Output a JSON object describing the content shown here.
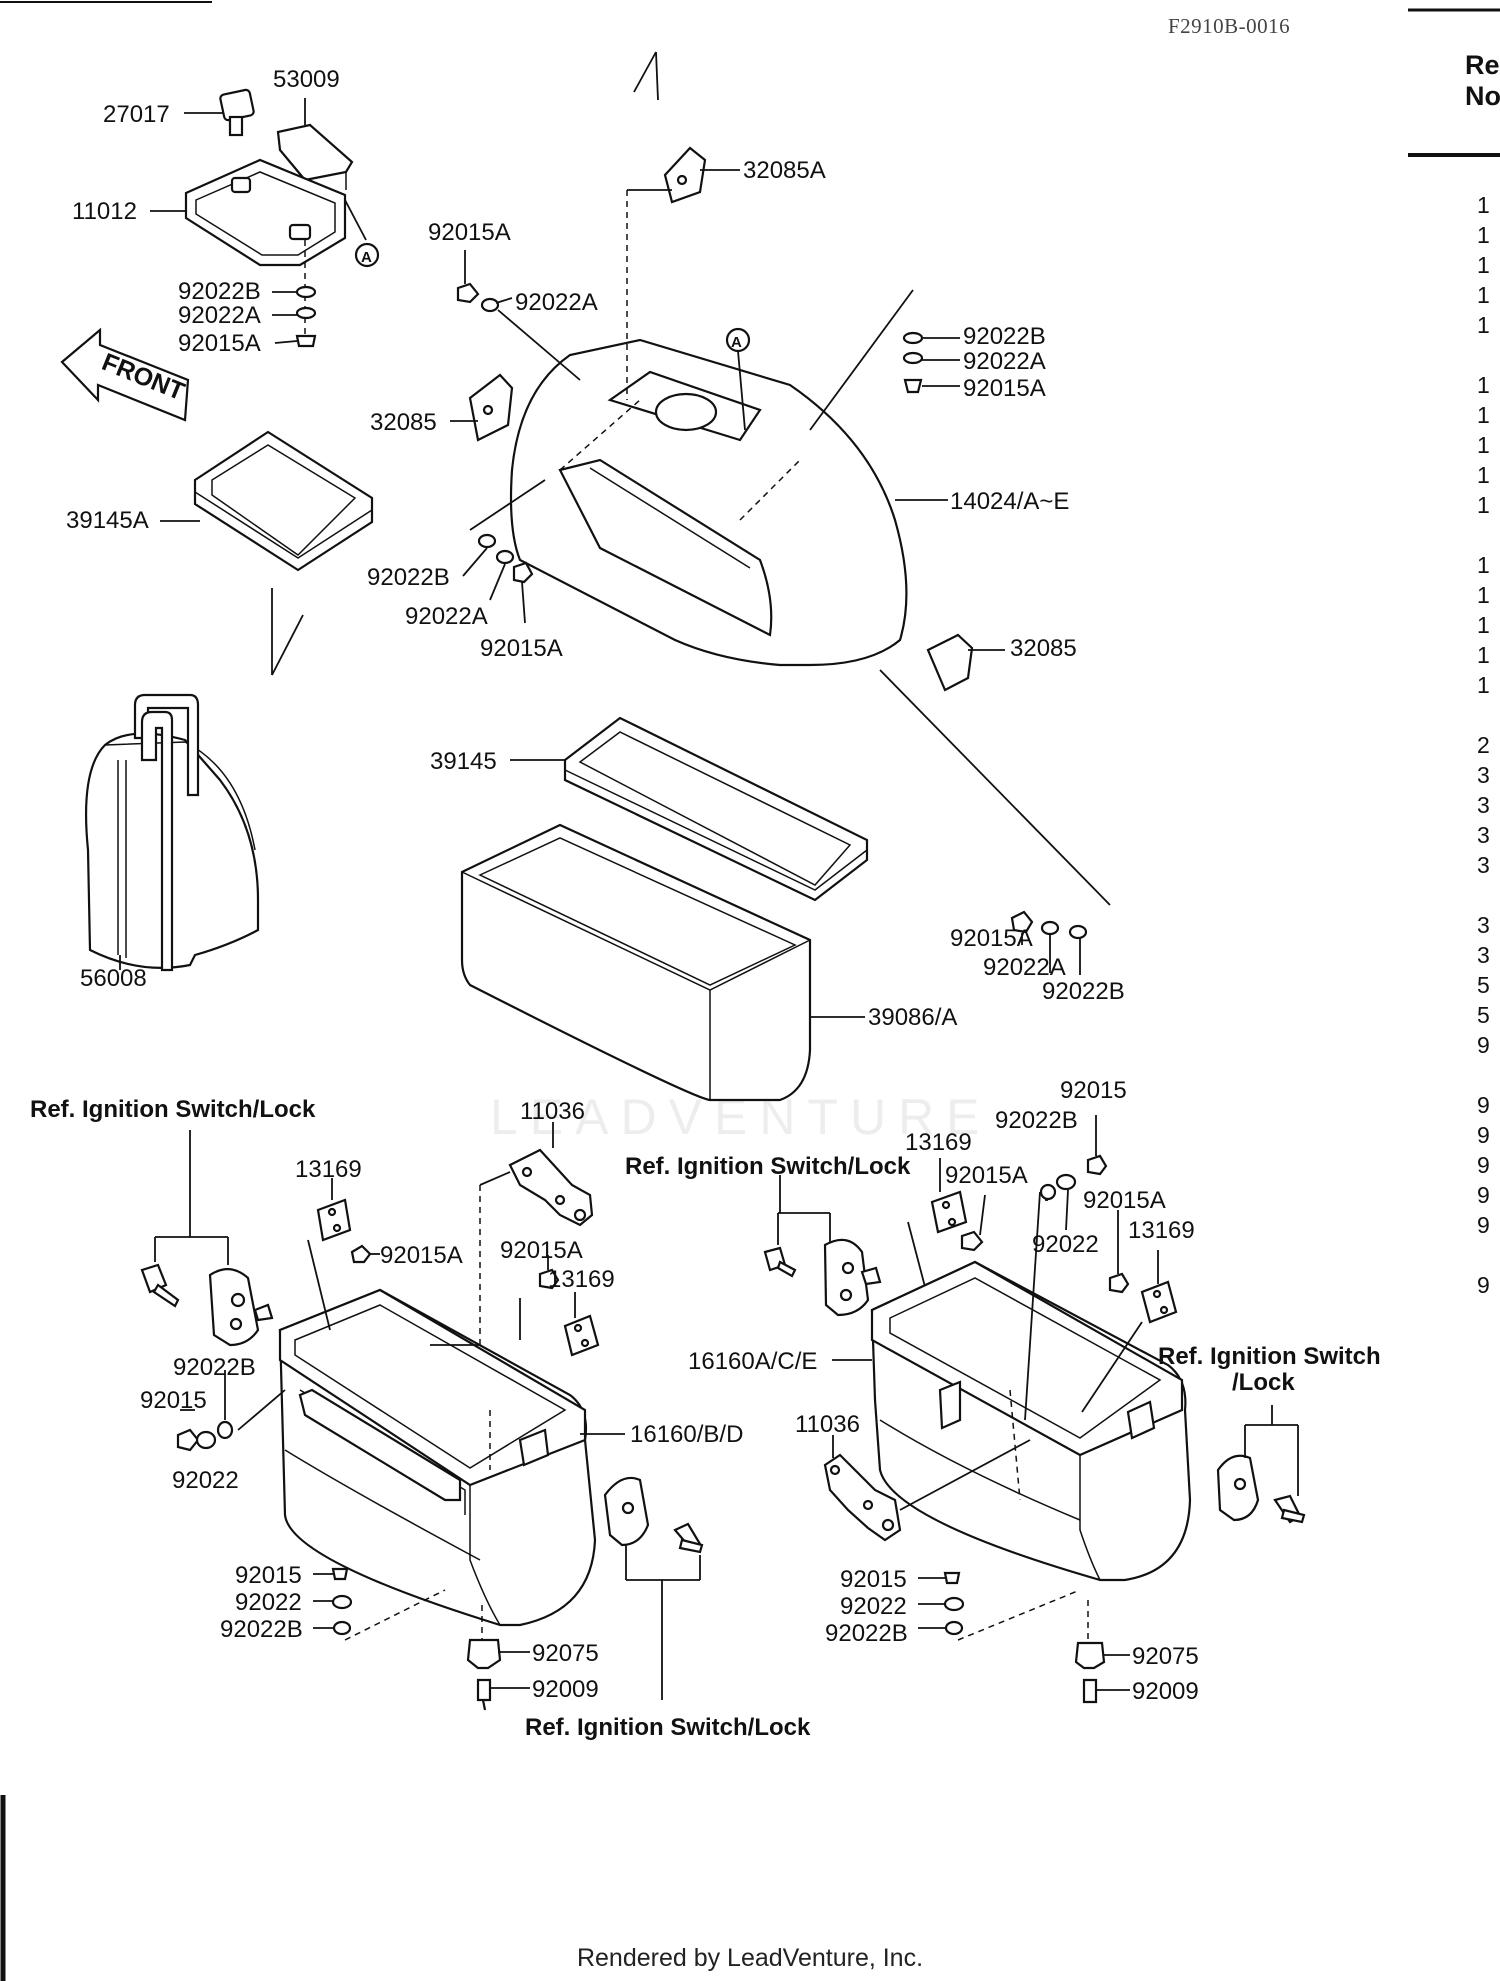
{
  "diagram_code": "F2910B-0016",
  "footer": "Rendered by LeadVenture, Inc.",
  "watermark": "LEADVENTURE",
  "front_arrow": "FRONT",
  "marker_a": "A",
  "side_table": {
    "header_line1": "Re",
    "header_line2": "No",
    "row_fragments": [
      "1",
      "1",
      "1",
      "1",
      "1",
      "1",
      "1",
      "1",
      "1",
      "1",
      "1",
      "1",
      "1",
      "1",
      "1",
      "2",
      "3",
      "3",
      "3",
      "3",
      "3",
      "3",
      "5",
      "5",
      "9",
      "9",
      "9",
      "9",
      "9",
      "9",
      "9"
    ]
  },
  "labels": {
    "p27017": "27017",
    "p53009": "53009",
    "p11012": "11012",
    "p92022B_a": "92022B",
    "p92022A_a": "92022A",
    "p92015A_a": "92015A",
    "p39145A": "39145A",
    "p56008": "56008",
    "p32085A": "32085A",
    "p92015A_b": "92015A",
    "p92022A_b": "92022A",
    "p32085_a": "32085",
    "p92022B_c": "92022B",
    "p92022A_c": "92022A",
    "p92015A_c": "92015A",
    "p92022B_d": "92022B",
    "p92022A_d": "92022A",
    "p92015A_d": "92015A",
    "p14024": "14024/A~E",
    "p32085_b": "32085",
    "p39145": "39145",
    "p92015A_e": "92015A",
    "p92022A_e": "92022A",
    "p92022B_e": "92022B",
    "p39086": "39086/A",
    "ref1": "Ref. Ignition Switch/Lock",
    "p11036_a": "11036",
    "p13169_a": "13169",
    "p92015A_f": "92015A",
    "p92015A_g": "92015A",
    "p13169_b": "13169",
    "p92022B_f": "92022B",
    "p92015_a": "92015",
    "p92022_a": "92022",
    "p16160BD": "16160/B/D",
    "p92015_b": "92015",
    "p92022_b": "92022",
    "p92022B_g": "92022B",
    "p92075_a": "92075",
    "p92009_a": "92009",
    "ref2": "Ref. Ignition Switch/Lock",
    "ref3": "Ref. Ignition Switch/Lock",
    "p13169_c": "13169",
    "p92015A_h": "92015A",
    "p92015_c": "92015",
    "p92022B_h": "92022B",
    "p92015A_i": "92015A",
    "p92022_c": "92022",
    "p13169_d": "13169",
    "ref4_line1": "Ref. Ignition Switch",
    "ref4_line2": "/Lock",
    "p16160ACE": "16160A/C/E",
    "p11036_b": "11036",
    "p92015_d": "92015",
    "p92022_d": "92022",
    "p92022B_i": "92022B",
    "p92075_b": "92075",
    "p92009_b": "92009"
  }
}
